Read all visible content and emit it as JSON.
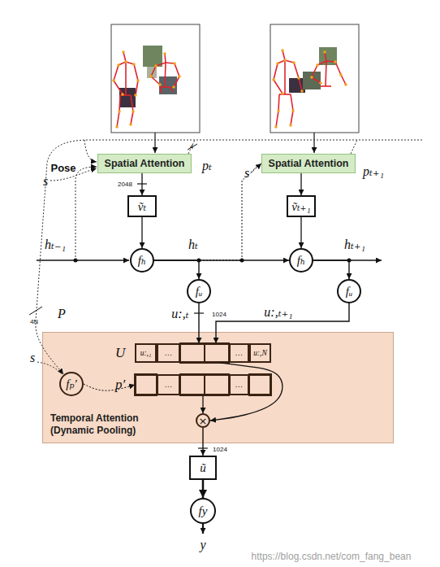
{
  "diagram": {
    "nodes": [
      {
        "text": [
          "Spatial Attention"
        ]
      },
      {
        "text": [
          "Spatial Attention"
        ]
      },
      {
        "text": [
          "ṽₜ"
        ]
      },
      {
        "text": [
          "ṽₜ₊₁"
        ]
      },
      {
        "text": [
          "fₕ"
        ]
      },
      {
        "text": [
          "fₕ"
        ]
      },
      {
        "text": [
          "fᵤ"
        ]
      },
      {
        "text": [
          "fᵤ"
        ]
      },
      {
        "text": [
          "Temporal Attention (Dynamic Pooling)"
        ]
      },
      {
        "text": [
          "U"
        ],
        "in": 8
      },
      {
        "text": [
          "u:,₁"
        ],
        "in": 9
      },
      {
        "text": [
          "…"
        ],
        "in": 9
      },
      {
        "text": [
          "…"
        ],
        "in": 9
      },
      {
        "text": [
          "u:,N"
        ],
        "in": 9
      },
      {
        "text": [
          "fₚ′"
        ],
        "in": 8
      },
      {
        "text": [
          "p′"
        ],
        "in": 8
      },
      {
        "text": [
          "…"
        ],
        "in": 15
      },
      {
        "text": [
          "…"
        ],
        "in": 15
      },
      {
        "text": [
          "×"
        ],
        "in": 8
      },
      {
        "text": [
          "ũ"
        ]
      },
      {
        "text": [
          "fy"
        ]
      }
    ],
    "edges": [
      {
        "from": 0,
        "to": 2,
        "arrow": "to"
      },
      {
        "from": 1,
        "to": 3,
        "arrow": "to"
      },
      {
        "from": 2,
        "to": 4,
        "arrow": "to"
      },
      {
        "from": 3,
        "to": 5,
        "arrow": "to"
      },
      {
        "from": 4,
        "to": 5,
        "label": "hₜ",
        "arrow": "to"
      },
      {
        "from": 4,
        "to": 1,
        "arrow": "to"
      },
      {
        "from": 4,
        "to": 6,
        "arrow": "to"
      },
      {
        "from": 5,
        "to": 7,
        "arrow": "to"
      },
      {
        "from": 6,
        "to": 9,
        "label": "u:,ₜ",
        "arrow": "to"
      },
      {
        "from": 7,
        "to": 9,
        "label": "u:,ₜ₊₁",
        "arrow": "to"
      },
      {
        "from": 14,
        "to": 15,
        "arrow": "to"
      },
      {
        "from": 9,
        "to": 18,
        "arrow": "to"
      },
      {
        "from": 15,
        "to": 18,
        "arrow": "to"
      },
      {
        "from": 18,
        "to": 19,
        "arrow": "to"
      },
      {
        "from": 19,
        "to": 20,
        "arrow": "to"
      }
    ],
    "labels": [
      "Pose",
      "s",
      "4",
      "pₜ",
      "2048",
      "s",
      "pₜ₊₁",
      "hₜ₋₁",
      "hₜ₊₁",
      "P",
      "4N",
      "1024",
      "s",
      "1024",
      "y",
      "https://blog.csdn.net/com_fang_bean"
    ]
  }
}
